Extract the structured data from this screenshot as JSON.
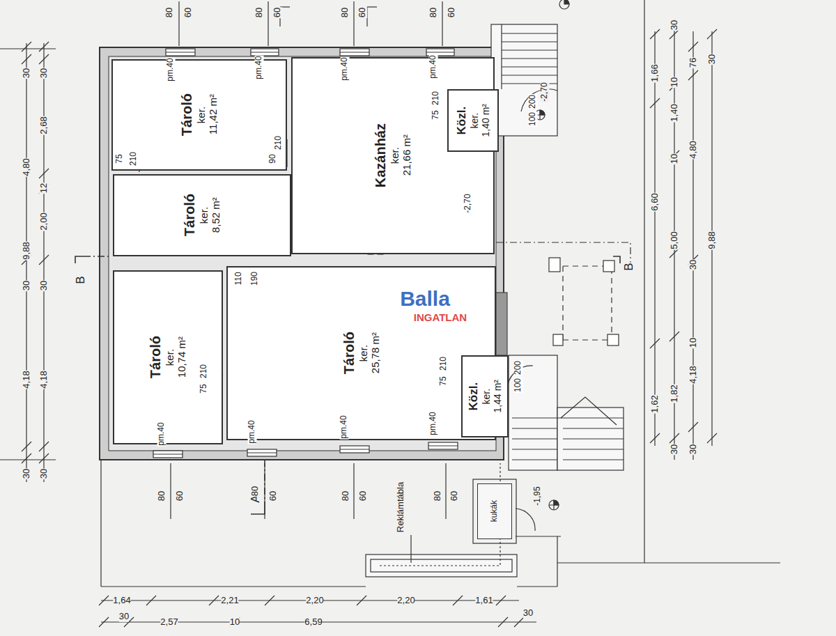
{
  "diagram": {
    "nodes": [
      {
        "text": [
          "Tároló",
          "ker.",
          "11,42 m²"
        ]
      },
      {
        "text": [
          "Kazánház",
          "ker.",
          "21,66 m²"
        ]
      },
      {
        "text": [
          "Közl.",
          "ker.",
          "1,40 m²"
        ]
      },
      {
        "text": [
          "Tároló",
          "ker.",
          "8,52 m²"
        ]
      },
      {
        "text": [
          "Tároló",
          "ker.",
          "10,74 m²"
        ]
      },
      {
        "text": [
          "Tároló",
          "ker.",
          "25,78 m²"
        ]
      },
      {
        "text": [
          "Közl.",
          "ker.",
          "1,44 m²"
        ]
      },
      {
        "text": [
          "kukák"
        ]
      }
    ],
    "edges": [],
    "labels": [
      "80",
      "60",
      "80",
      "60",
      "80",
      "60",
      "80",
      "60",
      "pm.40",
      "pm.40",
      "pm.40",
      "pm.40",
      "pm.40",
      "pm.40",
      "pm.40",
      "pm.40",
      "210",
      "90",
      "75",
      "210",
      "110",
      "190",
      "210",
      "75",
      "210",
      "75",
      "210",
      "75",
      "200",
      "100",
      "200",
      "100",
      "-2,70",
      "-2,70",
      "-1,95",
      "B",
      "B",
      "A",
      "Reklámtábla",
      "80",
      "60",
      "80",
      "60",
      "80",
      "60",
      "80",
      "60",
      "1,64",
      "2,21",
      "2,20",
      "2,20",
      "1,61",
      "30",
      "2,57",
      "10",
      "6,59",
      "30",
      "30",
      "4,80",
      "9,88",
      "30",
      "4,18",
      "30",
      "30",
      "2,68",
      "12",
      "2,00",
      "30",
      "4,18",
      "30",
      "1,66",
      "6,60",
      "1,62",
      "30",
      "10",
      "1,40",
      "10",
      "5,00",
      "1,82",
      "30",
      "76",
      "4,80",
      "30",
      "10",
      "4,18",
      "30",
      "30",
      "9,88",
      "Balla",
      "INGATLAN"
    ]
  }
}
